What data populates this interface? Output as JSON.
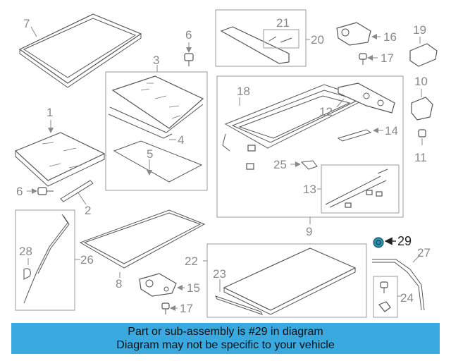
{
  "callouts": {
    "c1": "1",
    "c2": "2",
    "c3": "3",
    "c4": "4",
    "c5": "5",
    "c6a": "6",
    "c6b": "6",
    "c7": "7",
    "c8": "8",
    "c9": "9",
    "c10": "10",
    "c11": "11",
    "c12": "12",
    "c13": "13",
    "c14": "14",
    "c15": "15",
    "c16": "16",
    "c17a": "17",
    "c17b": "17",
    "c18": "18",
    "c19": "19",
    "c20": "20",
    "c21": "21",
    "c22": "22",
    "c23": "23",
    "c24": "24",
    "c25": "25",
    "c26": "26",
    "c27": "27",
    "c28": "28",
    "c29": "29"
  },
  "highlight": {
    "part": "29",
    "color": "#2a8fa8"
  },
  "caption": {
    "line1": "Part or sub-assembly is #29 in diagram",
    "line2": "Diagram may not be specific to your vehicle",
    "background": "#3aa9e0"
  }
}
